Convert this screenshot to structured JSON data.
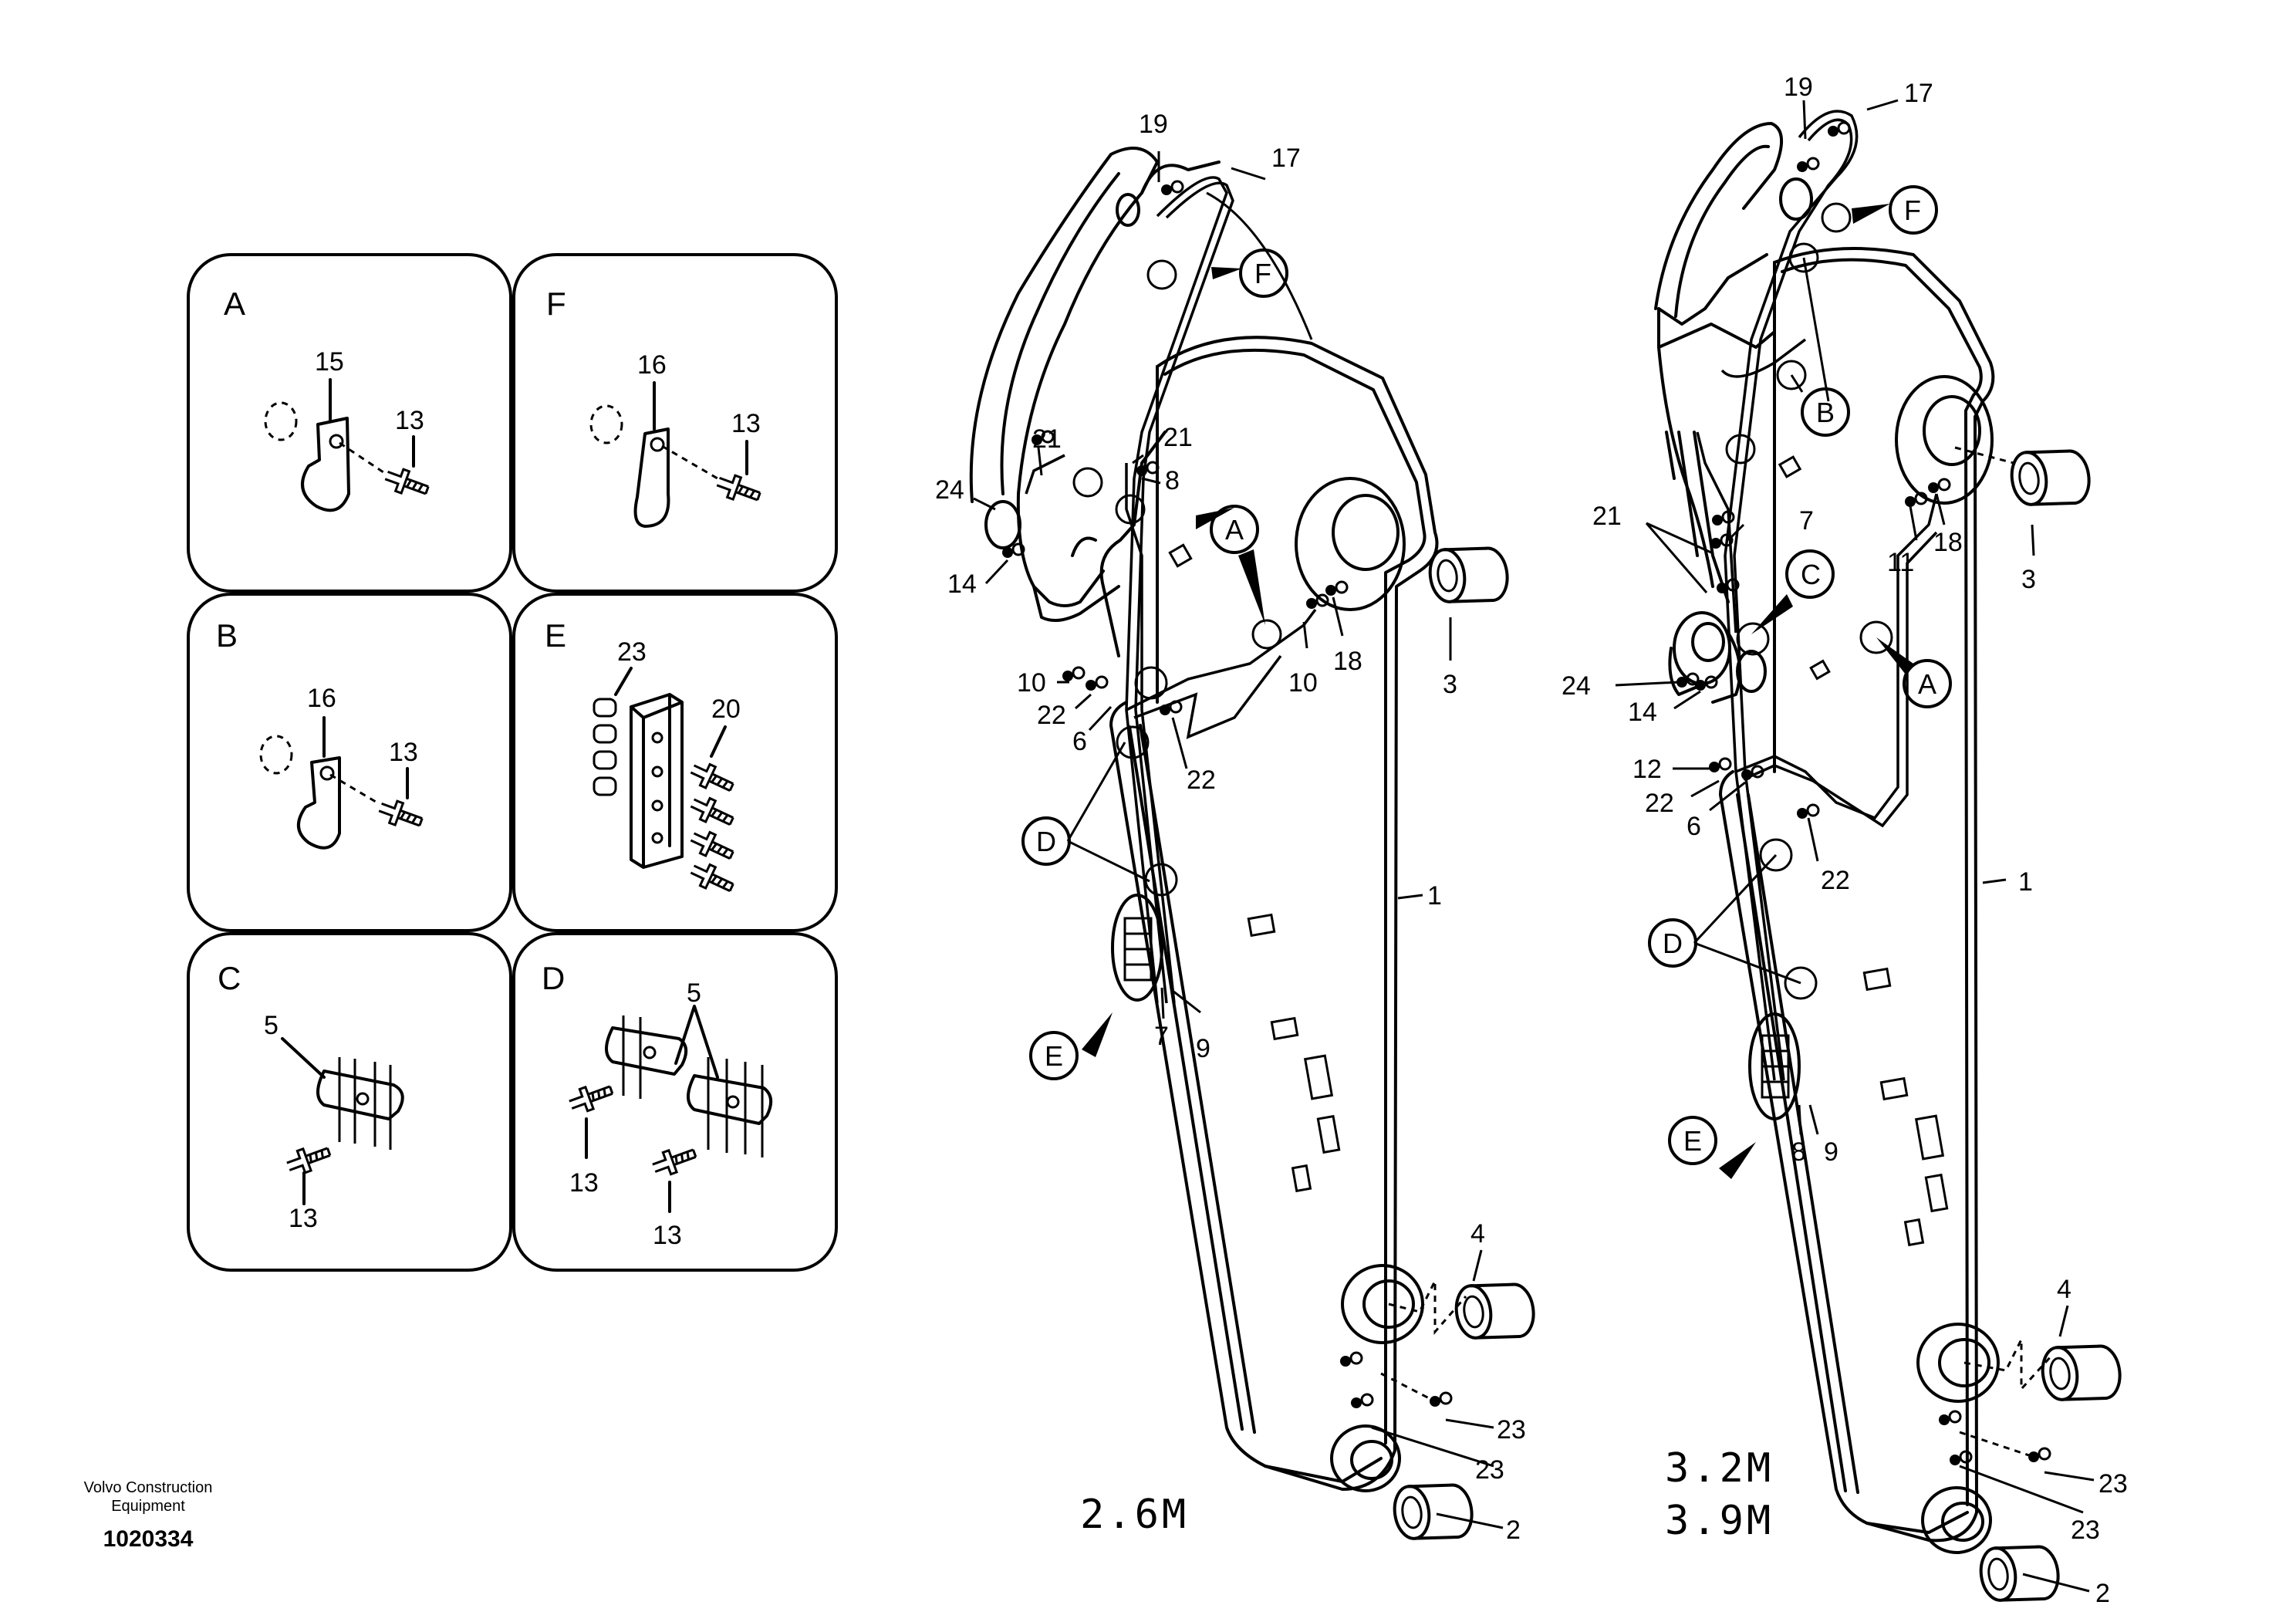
{
  "brand": {
    "line1": "Volvo Construction",
    "line2": "Equipment",
    "drawing_number": "1020334"
  },
  "panels": {
    "A": {
      "letter": "A",
      "parts": [
        "15",
        "13"
      ]
    },
    "F": {
      "letter": "F",
      "parts": [
        "16",
        "13"
      ]
    },
    "B": {
      "letter": "B",
      "parts": [
        "16",
        "13"
      ]
    },
    "E": {
      "letter": "E",
      "parts": [
        "23",
        "20"
      ]
    },
    "C": {
      "letter": "C",
      "parts": [
        "5",
        "13"
      ]
    },
    "D": {
      "letter": "D",
      "parts": [
        "5",
        "13",
        "13"
      ]
    }
  },
  "boom_left": {
    "variant": "2.6M",
    "callouts": [
      "F",
      "A",
      "D",
      "E"
    ],
    "labels": [
      "19",
      "17",
      "21",
      "21",
      "8",
      "24",
      "14",
      "10",
      "22",
      "6",
      "22",
      "10",
      "18",
      "3",
      "1",
      "7",
      "9",
      "4",
      "23",
      "23",
      "2"
    ]
  },
  "boom_right": {
    "variant_line1": "3.2M",
    "variant_line2": "3.9M",
    "callouts": [
      "F",
      "B",
      "C",
      "A",
      "D",
      "E"
    ],
    "labels": [
      "19",
      "17",
      "3",
      "21",
      "7",
      "11",
      "18",
      "24",
      "14",
      "12",
      "22",
      "6",
      "22",
      "1",
      "8",
      "9",
      "4",
      "23",
      "23",
      "2"
    ]
  }
}
